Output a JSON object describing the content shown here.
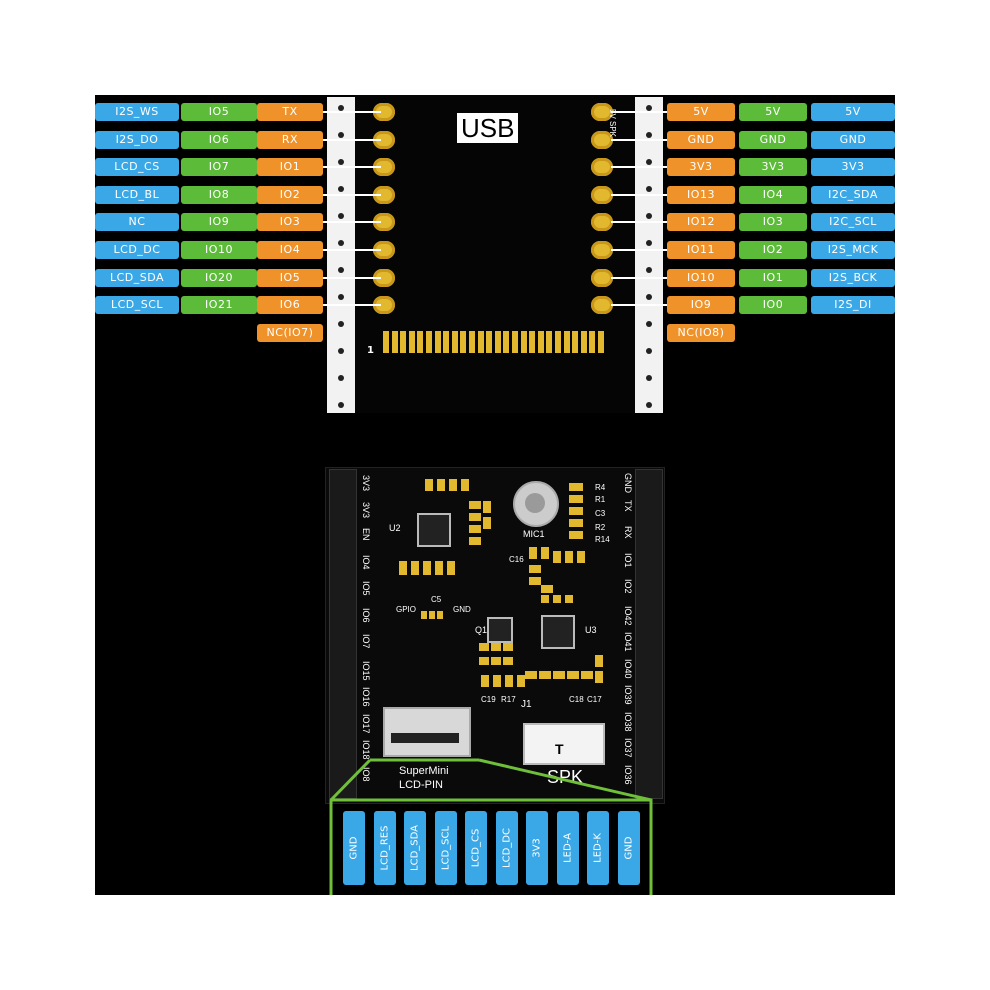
{
  "left_pins": [
    {
      "func": "I2S_WS",
      "gpio": "IO5",
      "pin": "TX"
    },
    {
      "func": "I2S_DO",
      "gpio": "IO6",
      "pin": "RX"
    },
    {
      "func": "LCD_CS",
      "gpio": "IO7",
      "pin": "IO1"
    },
    {
      "func": "LCD_BL",
      "gpio": "IO8",
      "pin": "IO2"
    },
    {
      "func": "NC",
      "gpio": "IO9",
      "pin": "IO3"
    },
    {
      "func": "LCD_DC",
      "gpio": "IO10",
      "pin": "IO4"
    },
    {
      "func": "LCD_SDA",
      "gpio": "IO20",
      "pin": "IO5"
    },
    {
      "func": "LCD_SCL",
      "gpio": "IO21",
      "pin": "IO6"
    }
  ],
  "left_nc": "NC(IO7)",
  "right_pins": [
    {
      "pin": "5V",
      "gpio": "5V",
      "func": "5V"
    },
    {
      "pin": "GND",
      "gpio": "GND",
      "func": "GND"
    },
    {
      "pin": "3V3",
      "gpio": "3V3",
      "func": "3V3"
    },
    {
      "pin": "IO13",
      "gpio": "IO4",
      "func": "I2C_SDA"
    },
    {
      "pin": "IO12",
      "gpio": "IO3",
      "func": "I2C_SCL"
    },
    {
      "pin": "IO11",
      "gpio": "IO2",
      "func": "I2S_MCK"
    },
    {
      "pin": "IO10",
      "gpio": "IO1",
      "func": "I2S_BCK"
    },
    {
      "pin": "IO9",
      "gpio": "IO0",
      "func": "I2S_DI"
    }
  ],
  "right_nc": "NC(IO8)",
  "module": {
    "usb_label": "USB",
    "pin_one": "1",
    "silk_right": "5V SPK"
  },
  "bottom_board": {
    "left_header": [
      "3V3",
      "3V3",
      "EN",
      "IO4",
      "IO5",
      "IO6",
      "IO7",
      "IO15",
      "IO16",
      "IO17",
      "IO18",
      "IO8"
    ],
    "right_header": [
      "GND",
      "TX",
      "RX",
      "IO1",
      "IO2",
      "IO42",
      "IO41",
      "IO40",
      "IO39",
      "IO38",
      "IO37",
      "IO36"
    ],
    "components": {
      "u2": "U2",
      "u3": "U3",
      "q1": "Q1",
      "mic": "MIC1",
      "j1": "J1",
      "gpio": "GPIO",
      "gnd": "GND",
      "c19": "C19",
      "r17": "R17",
      "c18": "C18",
      "c17": "C17",
      "r4": "R4",
      "r1": "R1",
      "c3": "C3",
      "r2": "R2",
      "r14": "R14",
      "c5": "C5",
      "c16": "C16"
    },
    "fpc_label_1": "SuperMini",
    "fpc_label_2": "LCD-PIN",
    "spk_label": "SPK",
    "spk_connector": "T"
  },
  "lcd_pins": [
    "GND",
    "LCD_RES",
    "LCD_SDA",
    "LCD_SCL",
    "LCD_CS",
    "LCD_DC",
    "3V3",
    "LED-A",
    "LED-K",
    "GND"
  ],
  "colors": {
    "blue": "#3aa8e6",
    "green": "#5dbb3a",
    "orange": "#f0922a",
    "pad_gold": "#e2b82e",
    "lcd_outline": "#6fbf3a"
  }
}
